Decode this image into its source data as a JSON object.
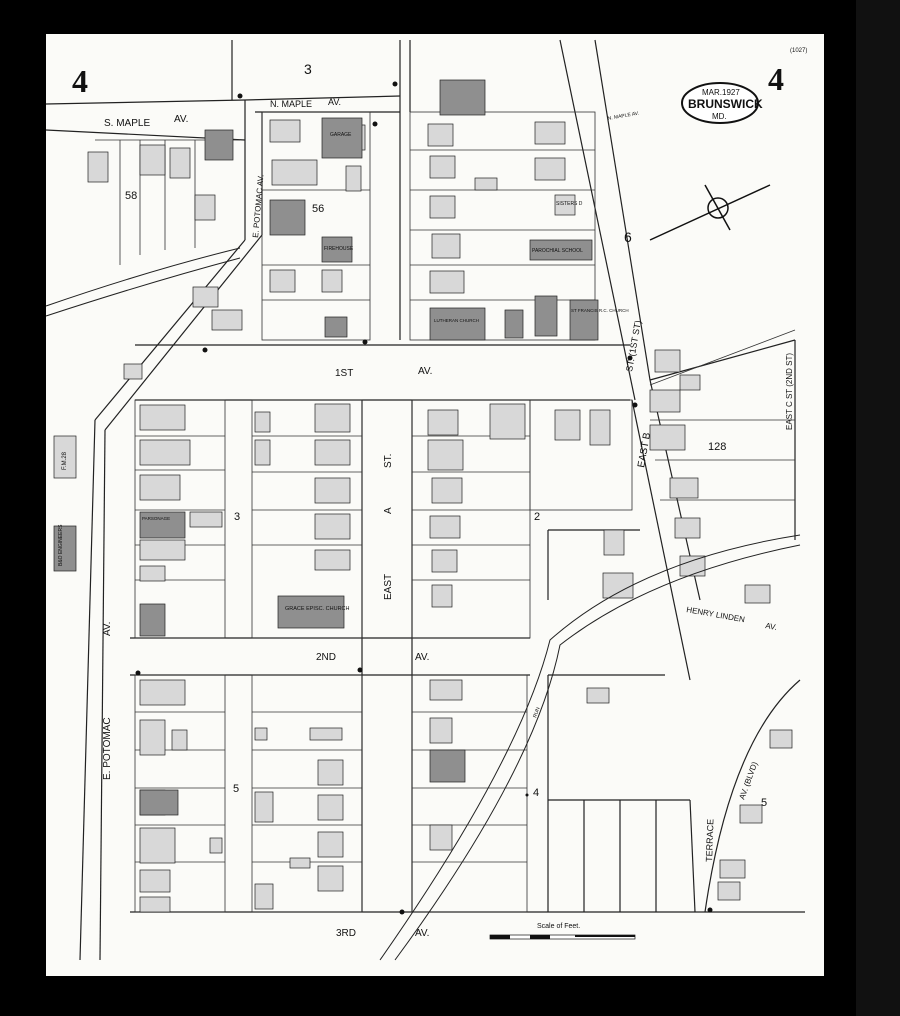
{
  "sheet": {
    "number": "4",
    "date": "MAR.1927",
    "town": "BRUNSWICK",
    "state": "MD.",
    "corner_mark": "(1027)"
  },
  "streets": {
    "s_maple": "S. MAPLE",
    "s_maple_suffix": "AV.",
    "n_maple": "N. MAPLE",
    "n_maple_suffix": "AV.",
    "e_potomac_upper": "E. POTOMAC AV.",
    "e_potomac_lower": "E. POTOMAC",
    "e_potomac_lower_suffix": "AV.",
    "first_av_a": "1ST",
    "first_av_b": "AV.",
    "second_av_a": "2ND",
    "second_av_b": "AV.",
    "third_av_a": "3RD",
    "third_av_b": "AV.",
    "east_a": "EAST",
    "east_a_b": "A",
    "east_a_c": "ST.",
    "east_b": "EAST B",
    "east_b_st": "ST. (1ST ST)",
    "east_c": "EAST C ST (2ND ST)",
    "henry_linden": "HENRY LINDEN",
    "henry_linden_suffix": "AV.",
    "terrace": "TERRACE",
    "terrace_av": "AV. (BLVD)",
    "n_maple_small": "N. MAPLE AV."
  },
  "blocks": {
    "b3_top": "3",
    "b58": "58",
    "b56": "56",
    "b6": "6",
    "b128": "128",
    "b3_mid": "3",
    "b2": "2",
    "b5_left": "5",
    "b4": "4",
    "b5_right": "5"
  },
  "buildings": {
    "garage": "GARAGE",
    "firehouse": "FIREHOUSE",
    "lutheran": "LUTHERAN CHURCH",
    "parochial": "PAROCHIAL SCHOOL",
    "st_francis": "ST FRANCIS R.C. CHURCH",
    "sisters": "SISTERS D",
    "grace": "GRACE EPISC. CHURCH",
    "parsonage": "PARSONAGE",
    "bo_engineering": "B&O ENGINEERS",
    "fm28": "F.M.28"
  },
  "scale": {
    "label": "Scale of Feet."
  },
  "water": {
    "run": "RUN"
  }
}
